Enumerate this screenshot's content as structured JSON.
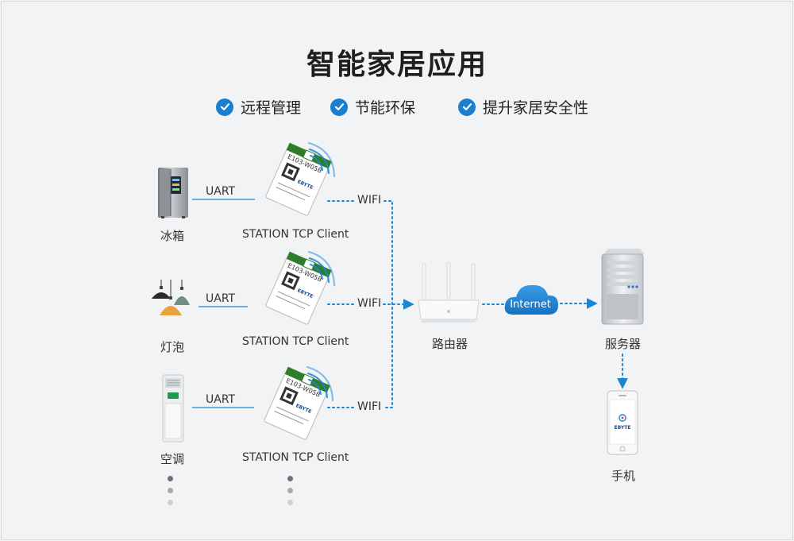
{
  "title": "智能家居应用",
  "features": [
    "远程管理",
    "节能环保",
    "提升家居安全性"
  ],
  "devices": [
    {
      "name": "冰箱",
      "link": "UART",
      "module_caption": "STATION TCP Client",
      "wireless": "WIFI"
    },
    {
      "name": "灯泡",
      "link": "UART",
      "module_caption": "STATION TCP Client",
      "wireless": "WIFI"
    },
    {
      "name": "空调",
      "link": "UART",
      "module_caption": "STATION TCP Client",
      "wireless": "WIFI"
    }
  ],
  "module_text": {
    "model": "E103-W05B",
    "brand": "EBYTE"
  },
  "router": {
    "label": "路由器"
  },
  "cloud": {
    "label": "Internet"
  },
  "server": {
    "label": "服务器"
  },
  "phone": {
    "label": "手机",
    "brand": "EBYTE"
  },
  "colors": {
    "accent": "#1a7fd0",
    "line": "#1a86d6",
    "pcb": "#2f7d2b"
  }
}
